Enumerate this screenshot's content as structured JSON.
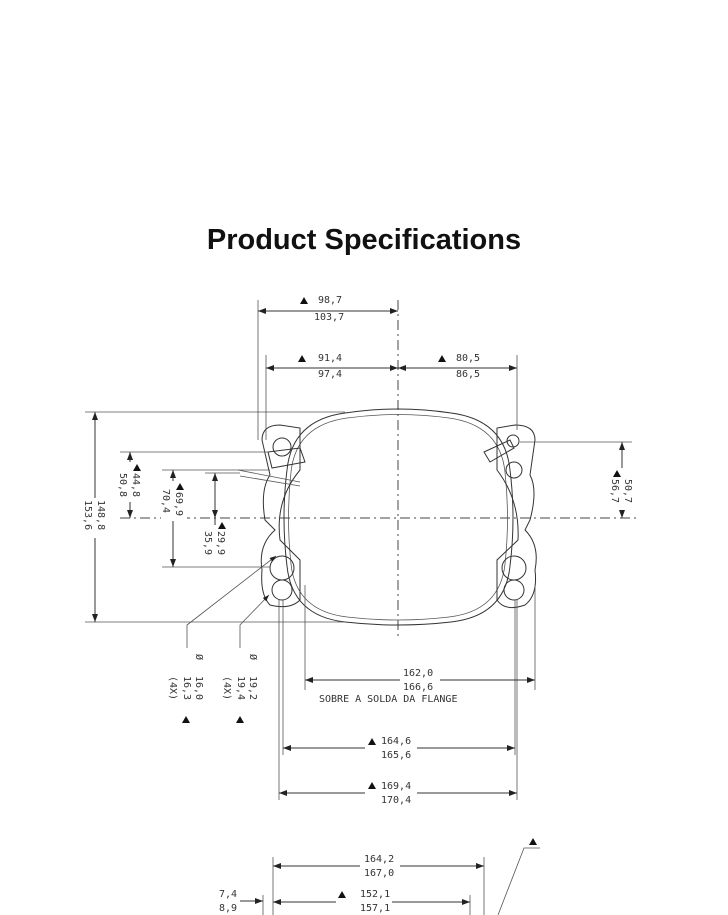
{
  "title": "Product Specifications",
  "drawing": {
    "top_overall": {
      "min": "98,7",
      "max": "103,7"
    },
    "top_left": {
      "min": "91,4",
      "max": "97,4"
    },
    "top_right": {
      "min": "80,5",
      "max": "86,5"
    },
    "height_overall": {
      "min": "148,8",
      "max": "153,6"
    },
    "left_a": {
      "min": "44,8",
      "max": "50,8"
    },
    "left_b": {
      "min": "69,9",
      "max": "70,4"
    },
    "left_c": {
      "min": "29,9",
      "max": "35,9"
    },
    "right_a": {
      "min": "50,7",
      "max": "56,7"
    },
    "hole_small": {
      "symbol": "Ø",
      "min": "16,0",
      "max": "16,3",
      "qty": "(4X)"
    },
    "hole_large": {
      "symbol": "Ø",
      "min": "19,2",
      "max": "19,4",
      "qty": "(4X)"
    },
    "flange": {
      "min": "162,0",
      "max": "166,6",
      "note": "SOBRE A SOLDA DA FLANGE"
    },
    "base_inner": {
      "min": "164,6",
      "max": "165,6"
    },
    "base_outer": {
      "min": "169,4",
      "max": "170,4"
    },
    "bottom_overall": {
      "min": "164,2",
      "max": "167,0"
    },
    "bottom_inner": {
      "min": "152,1",
      "max": "157,1"
    },
    "bottom_offset": {
      "min": "7,4",
      "max": "8,9"
    }
  }
}
